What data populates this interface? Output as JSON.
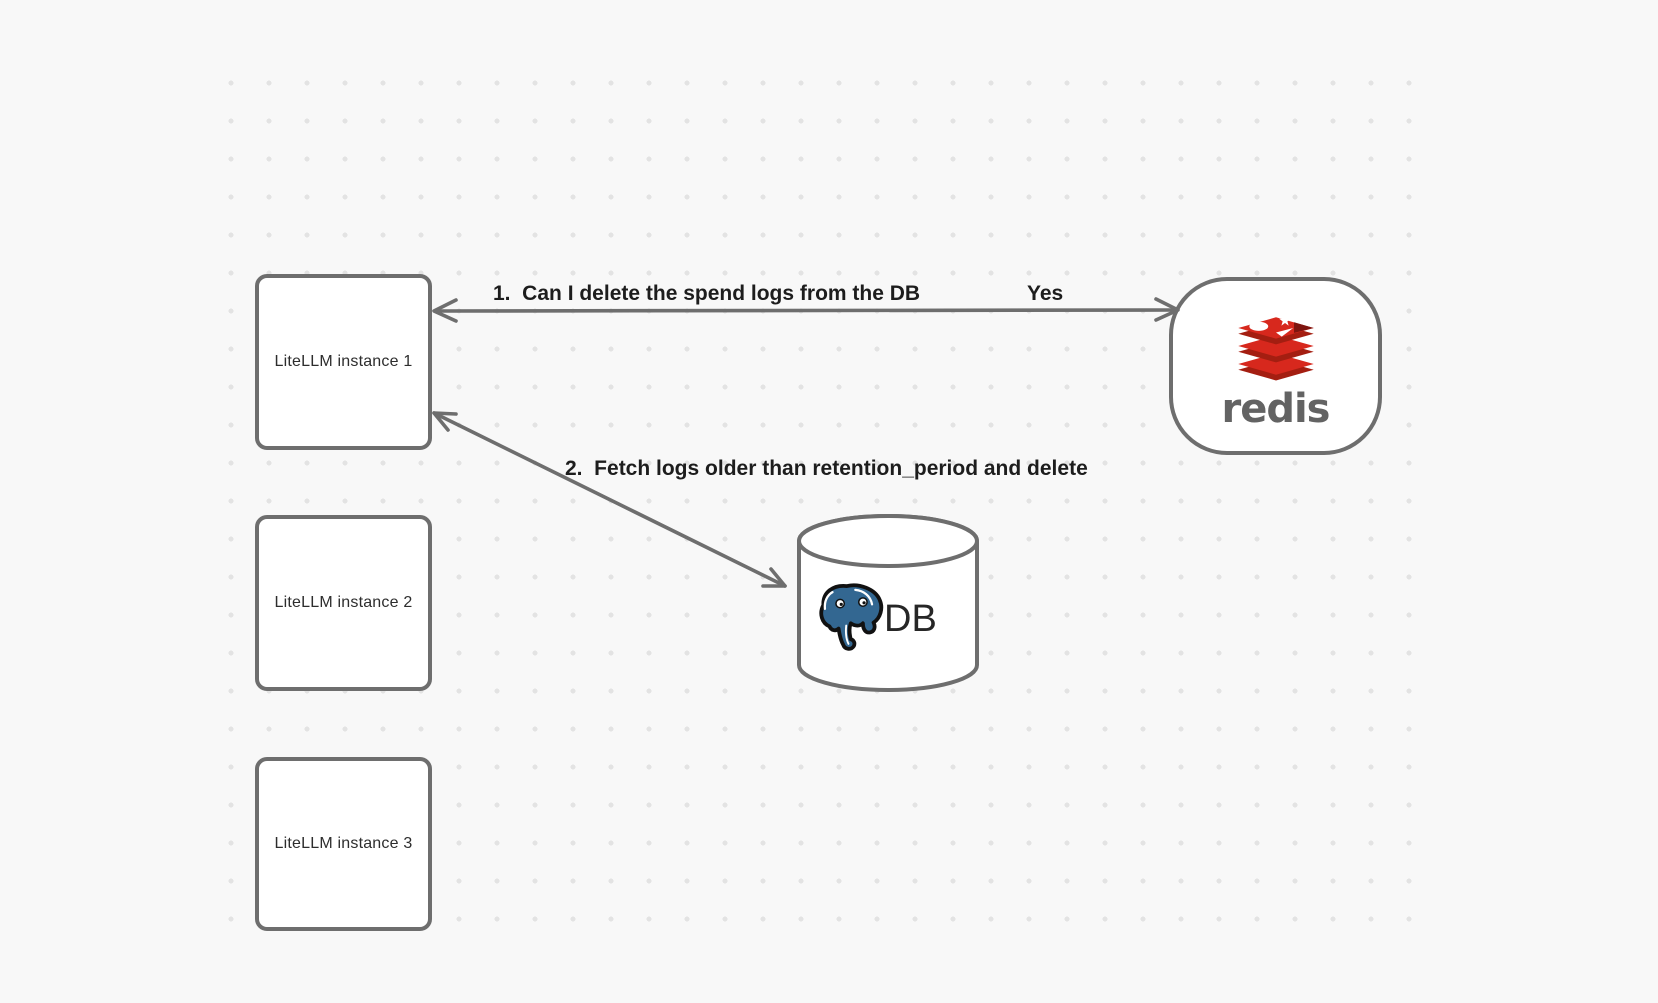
{
  "canvas": {
    "background_color": "#f8f8f8",
    "dot_color": "#e3e3e3",
    "stroke_color": "#6e6e6e",
    "label_text_color": "#1d1d1d"
  },
  "nodes": {
    "instance1": {
      "label": "LiteLLM instance 1"
    },
    "instance2": {
      "label": "LiteLLM instance 2"
    },
    "instance3": {
      "label": "LiteLLM instance 3"
    },
    "redis": {
      "wordmark": "redis",
      "icon": "redis-stack-icon",
      "brand_red": "#d7281d",
      "brand_red_dark": "#a41e11",
      "wordmark_color": "#636363"
    },
    "db": {
      "label": "DB",
      "icon": "postgresql-elephant-icon",
      "postgres_blue": "#336791"
    }
  },
  "edges": {
    "edge1": {
      "label": "1.  Can I delete the spend logs from the DB",
      "response": "Yes"
    },
    "edge2": {
      "label": "2.  Fetch logs older than retention_period and delete"
    }
  }
}
